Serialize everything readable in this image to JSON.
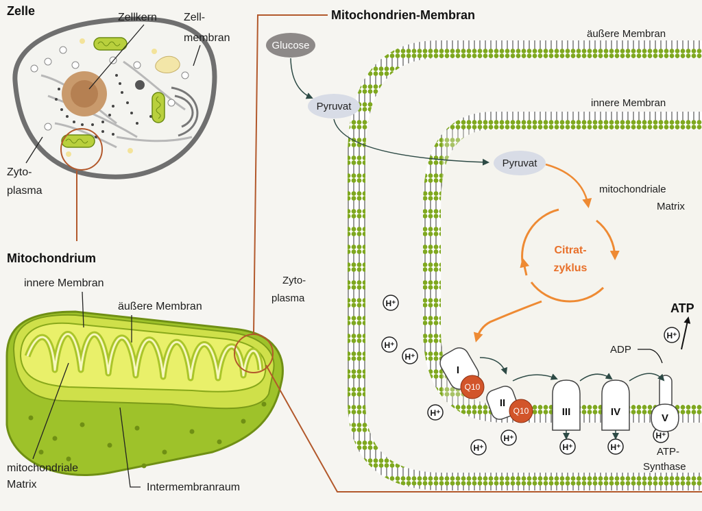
{
  "cell": {
    "title": "Zelle",
    "nucleus_label": "Zellkern",
    "membrane_label_1": "Zell-",
    "membrane_label_2": "membran",
    "cytoplasm_label_1": "Zyto-",
    "cytoplasm_label_2": "plasma"
  },
  "mitochondrion": {
    "title": "Mitochondrium",
    "inner_membrane": "innere Membran",
    "outer_membrane": "äußere Membran",
    "matrix_1": "mitochondriale",
    "matrix_2": "Matrix",
    "intermembrane": "Intermembranraum"
  },
  "membrane_panel": {
    "title": "Mitochondrien-Membran",
    "outer_membrane": "äußere Membran",
    "inner_membrane": "innere Membran",
    "glucose": "Glucose",
    "pyruvate_1": "Pyruvat",
    "pyruvate_2": "Pyruvat",
    "matrix_1": "mitochondriale",
    "matrix_2": "Matrix",
    "cycle_1": "Citrat-",
    "cycle_2": "zyklus",
    "cytoplasm_1": "Zyto-",
    "cytoplasm_2": "plasma",
    "atp": "ATP",
    "adp": "ADP",
    "atp_synthase_1": "ATP-",
    "atp_synthase_2": "Synthase",
    "complex_I": "I",
    "complex_II": "II",
    "complex_III": "III",
    "complex_IV": "IV",
    "complex_V": "V",
    "q10": "Q10",
    "proton": "H⁺"
  },
  "colors": {
    "membrane_green": "#8db32a",
    "cycle_orange": "#ee8a33",
    "q10_red": "#d2552a",
    "leader_brown": "#b2582b"
  }
}
